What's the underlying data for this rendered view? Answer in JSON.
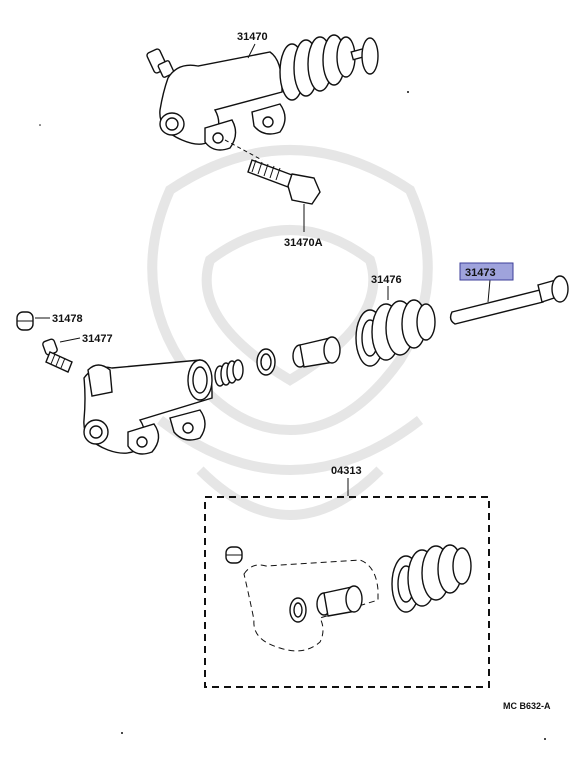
{
  "diagram": {
    "labels": {
      "cylinder_top": "31470",
      "bolt_top": "31470A",
      "boot": "31476",
      "push_rod": "31473",
      "bleeder_cap": "31478",
      "bleeder_screw": "31477",
      "kit": "04313"
    },
    "ref_code": "MC B632-A",
    "colors": {
      "ink": "#111111",
      "highlight_fill": "#9fa3dc",
      "highlight_border": "#3c3f9a",
      "watermark": "#e6e6e6"
    }
  }
}
